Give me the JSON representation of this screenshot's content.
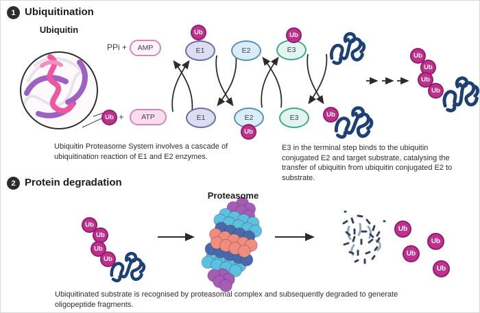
{
  "sections": {
    "one": {
      "number": "1",
      "title": "Ubiquitination"
    },
    "two": {
      "number": "2",
      "title": "Protein degradation"
    }
  },
  "labels": {
    "ubiquitin": "Ubiquitin",
    "ppi": "PPi +",
    "amp": "AMP",
    "atp": "ATP",
    "plus": "+",
    "ub": "Ub",
    "proteasome": "Proteasome"
  },
  "cascade": {
    "top": [
      "E1",
      "E2",
      "E3"
    ],
    "bottom": [
      "E1",
      "E2",
      "E3"
    ]
  },
  "captions": {
    "cascade": {
      "line1": "Ubiquitin Proteasome System involves a cascade of",
      "line2": "ubiquitination reaction of E1 and E2 enzymes."
    },
    "e3": {
      "line1": "E3 in the terminal step binds to the ubiquitin",
      "line2": "conjugated E2 and target substrate, catalysing the",
      "line3": "transfer of ubiquitin from ubiquitin conjugated E2 to",
      "line4": "substrate."
    },
    "degradation": {
      "line1": "Ubiquitinated substrate is recognised by proteasomal complex and subsequently degraded to generate",
      "line2": "oligopeptide fragments."
    }
  },
  "colors": {
    "ub_fill": "#c0308f",
    "ub_border": "#8e2068",
    "e1_fill": "#dcdcf2",
    "e1_border": "#6b6b9e",
    "e2_fill": "#d9edf7",
    "e2_border": "#5f8fb0",
    "e3_fill": "#e1f5ee",
    "e3_border": "#3fa78c",
    "amp_fill": "#fdf4fa",
    "atp_fill": "#f9ddef",
    "pill_border": "#d187bc",
    "substrate_navy": "#1d4173",
    "arrow": "#2b2b2b",
    "ribbon_pink": "#ee58a3",
    "ribbon_purple": "#9d62c0",
    "ribbon_loop": "#e9e2ec",
    "proteasome_purple": "#a55cb5",
    "proteasome_cyan": "#5cc0df",
    "proteasome_blue": "#4a69a8",
    "proteasome_salmon": "#f28d7e",
    "fragment_dark": "#33435c",
    "fragment_light": "#9aa6b8",
    "badge_bg": "#2d2d2d"
  }
}
